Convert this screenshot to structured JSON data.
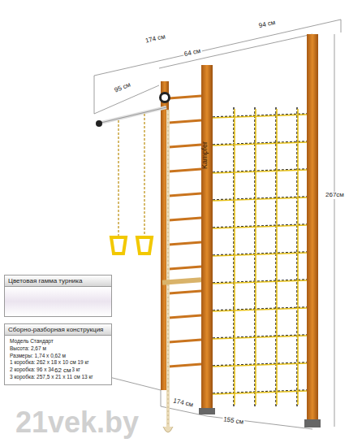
{
  "diagram": {
    "nodes": [
      {
        "text": [
          "Цветовая гамма турника"
        ]
      },
      {
        "text": [
          "Сборно-разборная конструкция",
          "Модель Стандарт",
          "Высота: 2,67 м",
          "Размеры: 1,74 х 0,62 м",
          "1 коробка: 262 х 18 х 10 см  19 кг",
          "2 коробка: 96 х 34 х 4 см  3 кг",
          "3 коробка: 257,5 х 21 х 11 см 13 кг"
        ]
      }
    ],
    "edges": [],
    "labels": [
      "174 см",
      "94 см",
      "64 см",
      "95 см",
      "267см",
      "62 см",
      "155 см",
      "174 см",
      "Kampfer",
      "21vek.by"
    ]
  }
}
